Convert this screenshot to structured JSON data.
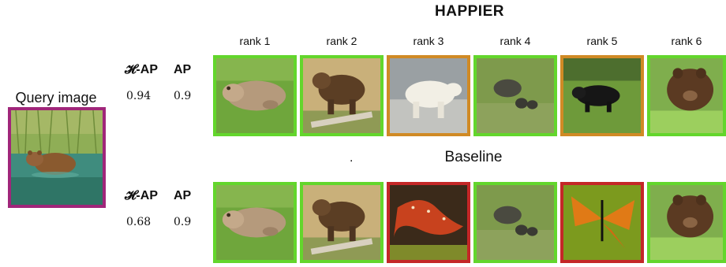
{
  "figure": {
    "title": "HAPPIER",
    "baseline_title": "Baseline",
    "stray_mark": ".",
    "query_label": "Query image",
    "rank_labels": [
      "rank 1",
      "rank 2",
      "rank 3",
      "rank 4",
      "rank 5",
      "rank 6"
    ],
    "metric_headers": {
      "hap": "𝓗-AP",
      "ap": "AP"
    },
    "happier": {
      "hap": "0.94",
      "ap": "0.9",
      "results": [
        {
          "content": "bear-lying",
          "relevance": "green"
        },
        {
          "content": "brown-bear",
          "relevance": "green"
        },
        {
          "content": "polar-bear",
          "relevance": "orange"
        },
        {
          "content": "bear-cubs",
          "relevance": "green"
        },
        {
          "content": "black-bear",
          "relevance": "orange"
        },
        {
          "content": "brown-bear-grass",
          "relevance": "green"
        }
      ]
    },
    "baseline": {
      "hap": "0.68",
      "ap": "0.9",
      "results": [
        {
          "content": "bear-lying",
          "relevance": "green"
        },
        {
          "content": "brown-bear",
          "relevance": "green"
        },
        {
          "content": "salamander",
          "relevance": "red"
        },
        {
          "content": "bear-cubs",
          "relevance": "green"
        },
        {
          "content": "butterfly",
          "relevance": "red"
        },
        {
          "content": "brown-bear-grass",
          "relevance": "green"
        }
      ]
    },
    "colors": {
      "green": "#63d62c",
      "orange": "#d08a25",
      "red": "#c42727",
      "query": "#a0267a"
    }
  }
}
